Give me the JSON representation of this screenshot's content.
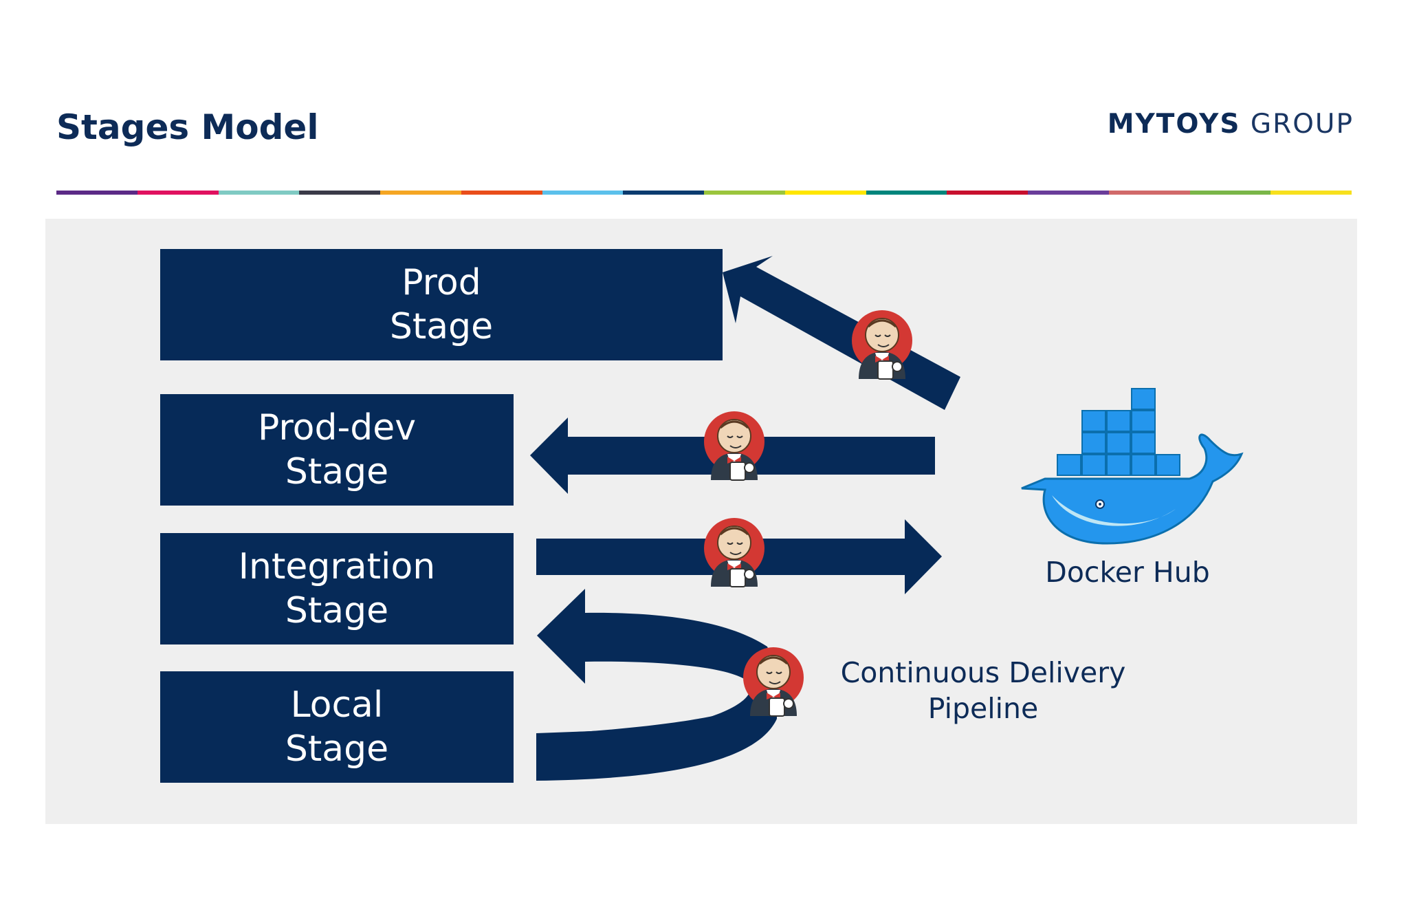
{
  "header": {
    "title": "Stages Model",
    "logo_bold": "MYTOYS",
    "logo_light": "GROUP"
  },
  "colors": {
    "navy": "#062a58",
    "title": "#0d2b57",
    "panel_bg": "#efefef",
    "jenkins_red": "#d33833",
    "docker_blue": "#2496ed",
    "stripe": [
      "#5b2a86",
      "#e0115f",
      "#7fcac3",
      "#3a3a48",
      "#f5a623",
      "#e94e1b",
      "#5bc0eb",
      "#0b3b6f",
      "#9bc53d",
      "#ffe600",
      "#00857c",
      "#c8102e",
      "#6a3d9a",
      "#d16a6a",
      "#7ab648",
      "#f7e01d"
    ]
  },
  "stages": [
    {
      "label": "Prod\nStage"
    },
    {
      "label": "Prod-dev\nStage"
    },
    {
      "label": "Integration\nStage"
    },
    {
      "label": "Local\nStage"
    }
  ],
  "docker": {
    "label": "Docker Hub",
    "icon": "docker-whale-icon"
  },
  "pipeline": {
    "label": "Continuous Delivery\nPipeline",
    "icon": "jenkins-butler-icon"
  }
}
